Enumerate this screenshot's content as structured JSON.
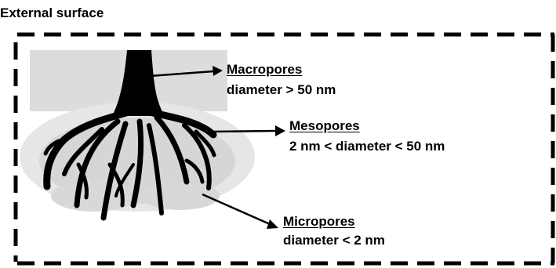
{
  "figure": {
    "external_label": "External surface",
    "pores": [
      {
        "name": "Macropores",
        "size_range": "diameter > 50 nm"
      },
      {
        "name": "Mesopores",
        "size_range": "2 nm < diameter < 50 nm"
      },
      {
        "name": "Micropores",
        "size_range": "diameter < 2 nm"
      }
    ]
  },
  "colors": {
    "ink": "#000000",
    "shadow": "#d2d2d2",
    "background": "#ffffff"
  }
}
